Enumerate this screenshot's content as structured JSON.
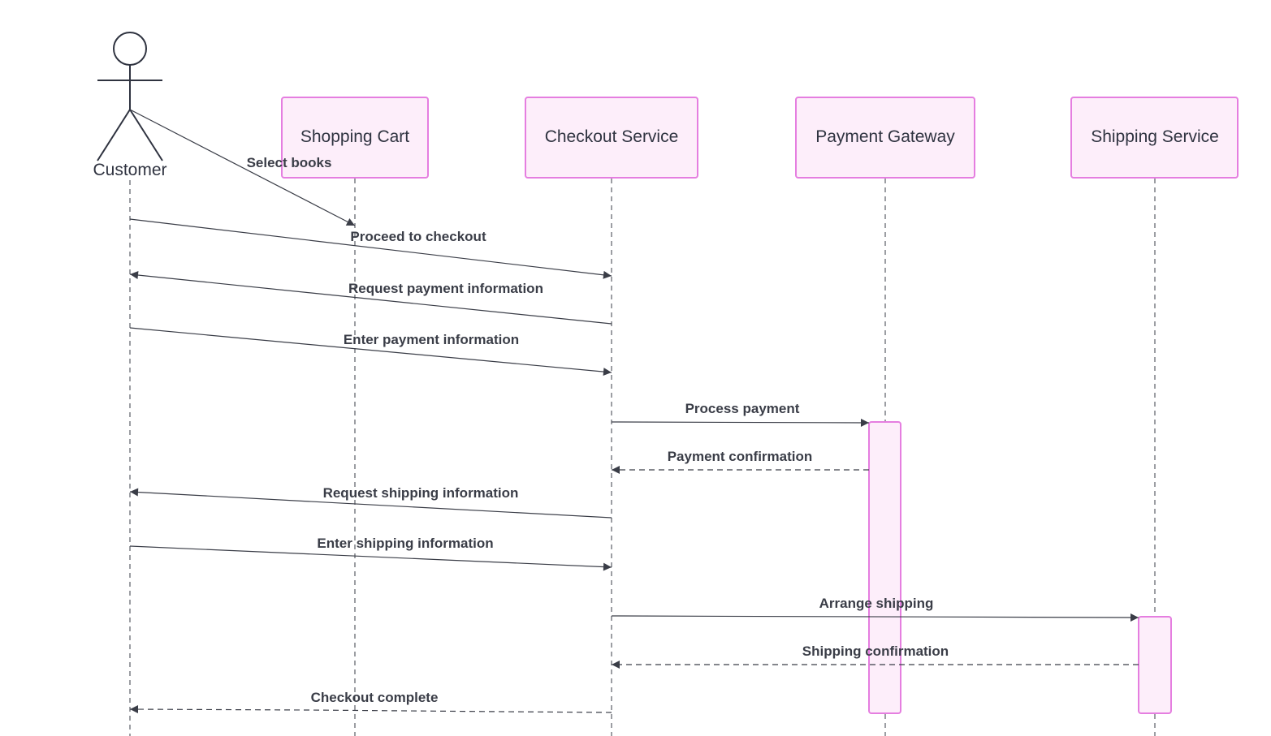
{
  "actor": {
    "name": "Customer"
  },
  "participants": [
    {
      "id": "cart",
      "name": "Shopping Cart"
    },
    {
      "id": "checkout",
      "name": "Checkout Service"
    },
    {
      "id": "payment",
      "name": "Payment Gateway"
    },
    {
      "id": "shipping",
      "name": "Shipping Service"
    }
  ],
  "messages": [
    {
      "from": "customer",
      "to": "cart",
      "label": "Select books",
      "style": "solid"
    },
    {
      "from": "customer",
      "to": "checkout",
      "label": "Proceed to checkout",
      "style": "solid"
    },
    {
      "from": "checkout",
      "to": "customer",
      "label": "Request payment information",
      "style": "solid"
    },
    {
      "from": "customer",
      "to": "checkout",
      "label": "Enter payment information",
      "style": "solid"
    },
    {
      "from": "checkout",
      "to": "payment",
      "label": "Process payment",
      "style": "solid"
    },
    {
      "from": "payment",
      "to": "checkout",
      "label": "Payment confirmation",
      "style": "dashed"
    },
    {
      "from": "checkout",
      "to": "customer",
      "label": "Request shipping information",
      "style": "solid"
    },
    {
      "from": "customer",
      "to": "checkout",
      "label": "Enter shipping information",
      "style": "solid"
    },
    {
      "from": "checkout",
      "to": "shipping",
      "label": "Arrange shipping",
      "style": "solid"
    },
    {
      "from": "shipping",
      "to": "checkout",
      "label": "Shipping confirmation",
      "style": "dashed"
    },
    {
      "from": "checkout",
      "to": "customer",
      "label": "Checkout complete",
      "style": "dashed"
    }
  ],
  "colors": {
    "participant_fill": "#fdeefa",
    "participant_border": "#e57ee0",
    "line": "#3a3d47",
    "text": "#2f3340"
  }
}
